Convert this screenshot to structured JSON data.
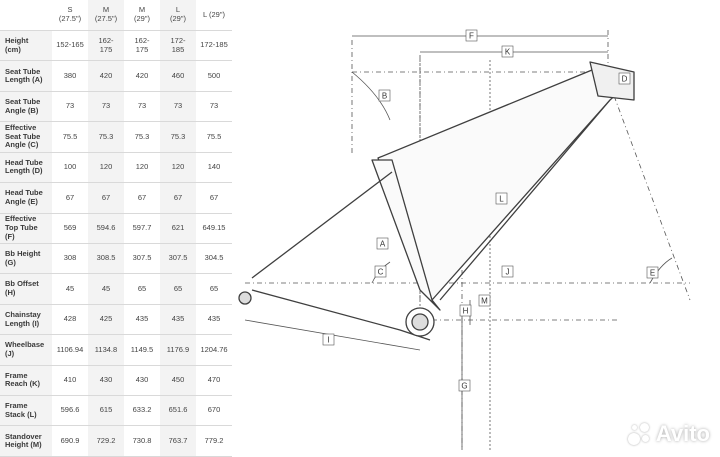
{
  "table": {
    "headers": [
      {
        "size": "S",
        "wheel": "(27.5\")"
      },
      {
        "size": "M",
        "wheel": "(27.5\")"
      },
      {
        "size": "M",
        "wheel": "(29\")"
      },
      {
        "size": "L",
        "wheel": "(29\")"
      },
      {
        "size": "L (29\")",
        "wheel": ""
      }
    ],
    "rows": [
      {
        "label": [
          "Height",
          "(cm)"
        ],
        "values": [
          "152-165",
          "162-\n175",
          "162-\n175",
          "172-\n185",
          "172-185"
        ]
      },
      {
        "label": [
          "Seat Tube",
          "Length (A)"
        ],
        "values": [
          "380",
          "420",
          "420",
          "460",
          "500"
        ]
      },
      {
        "label": [
          "Seat Tube",
          "Angle (B)"
        ],
        "values": [
          "73",
          "73",
          "73",
          "73",
          "73"
        ]
      },
      {
        "label": [
          "Effective",
          "Seat Tube",
          "Angle (C)"
        ],
        "values": [
          "75.5",
          "75.3",
          "75.3",
          "75.3",
          "75.5"
        ]
      },
      {
        "label": [
          "Head Tube",
          "Length (D)"
        ],
        "values": [
          "100",
          "120",
          "120",
          "120",
          "140"
        ]
      },
      {
        "label": [
          "Head Tube",
          "Angle (E)"
        ],
        "values": [
          "67",
          "67",
          "67",
          "67",
          "67"
        ]
      },
      {
        "label": [
          "Effective",
          "Top Tube",
          "(F)"
        ],
        "values": [
          "569",
          "594.6",
          "597.7",
          "621",
          "649.15"
        ]
      },
      {
        "label": [
          "Bb Height",
          "(G)"
        ],
        "values": [
          "308",
          "308.5",
          "307.5",
          "307.5",
          "304.5"
        ]
      },
      {
        "label": [
          "Bb Offset",
          "(H)"
        ],
        "values": [
          "45",
          "45",
          "65",
          "65",
          "65"
        ]
      },
      {
        "label": [
          "Chainstay",
          "Length (I)"
        ],
        "values": [
          "428",
          "425",
          "435",
          "435",
          "435"
        ]
      },
      {
        "label": [
          "Wheelbase",
          "(J)"
        ],
        "values": [
          "1106.94",
          "1134.8",
          "1149.5",
          "1176.9",
          "1204.76"
        ]
      },
      {
        "label": [
          "Frame",
          "Reach (K)"
        ],
        "values": [
          "410",
          "430",
          "430",
          "450",
          "470"
        ]
      },
      {
        "label": [
          "Frame",
          "Stack (L)"
        ],
        "values": [
          "596.6",
          "615",
          "633.2",
          "651.6",
          "670"
        ]
      },
      {
        "label": [
          "Standover",
          "Height (M)"
        ],
        "values": [
          "690.9",
          "729.2",
          "730.8",
          "763.7",
          "779.2"
        ]
      }
    ]
  },
  "diagram": {
    "letters": [
      "F",
      "K",
      "B",
      "D",
      "L",
      "A",
      "C",
      "J",
      "E",
      "M",
      "H",
      "I",
      "G"
    ]
  },
  "watermark": {
    "text": "Avito"
  },
  "colors": {
    "line": "#4a4a4a",
    "dim": "#666666",
    "shade": "#f3f3f3"
  }
}
